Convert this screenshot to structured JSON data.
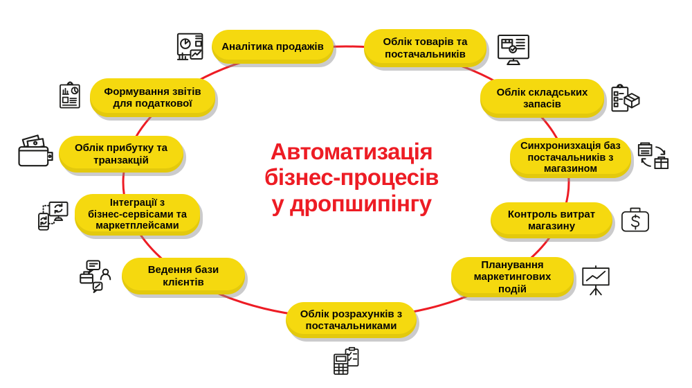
{
  "diagram": {
    "type": "circular-process-infographic",
    "language": "uk",
    "colors": {
      "node_fill": "#F5D90F",
      "ring_stroke": "#ED1C24",
      "title_color": "#ED1C24",
      "node_text": "#050505",
      "icon_stroke": "#1d1d1b",
      "background": "#ffffff"
    },
    "title": {
      "lines": [
        "Автоматизація",
        "бізнес-процесів",
        "у дропшипінгу"
      ],
      "full": "Автоматизація бізнес-процесів у дропшипінгу"
    },
    "nodes": [
      {
        "label": "Аналітика продажів",
        "icon": "sales-analytics-dashboard-icon"
      },
      {
        "label": "Облік товарів та\nпостачальників",
        "icon": "monitor-order-check-icon"
      },
      {
        "label": "Облік складських\nзапасів",
        "icon": "clipboard-package-icon"
      },
      {
        "label": "Синхронизхація баз\nпостачальників з\nмагазином",
        "icon": "sync-boxes-icon"
      },
      {
        "label": "Контроль витрат\nмагазину",
        "icon": "briefcase-dollar-icon"
      },
      {
        "label": "Планування\nмаркетингових\nподій",
        "icon": "presentation-chart-icon"
      },
      {
        "label": "Облік розрахунків з\nпостачальниками",
        "icon": "calculator-checklist-icon"
      },
      {
        "label": "Ведення бази\nклієнтів",
        "icon": "clients-chat-person-icon"
      },
      {
        "label": "Інтеграції з\nбізнес-сервісами та\nмаркетплейсами",
        "icon": "devices-sync-icon"
      },
      {
        "label": "Облік прибутку та\nтранзакцій",
        "icon": "wallet-money-icon"
      },
      {
        "label": "Формування звітів\nдля податкової",
        "icon": "tax-report-document-icon"
      }
    ]
  }
}
